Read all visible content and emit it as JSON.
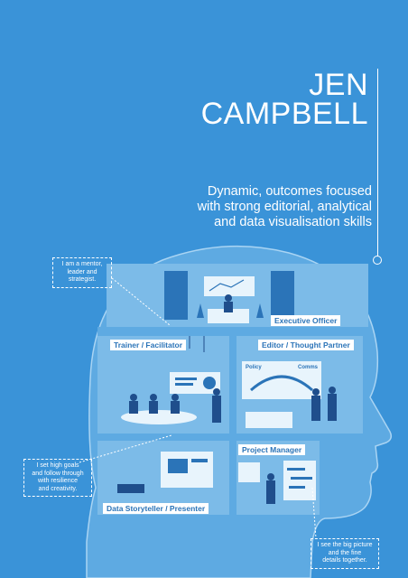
{
  "name": {
    "first": "JEN",
    "last": "CAMPBELL"
  },
  "tagline": [
    "Dynamic, outcomes focused",
    "with strong editorial, analytical",
    "and data visualisation skills"
  ],
  "notes": {
    "mentor": [
      "I am a mentor,",
      "leader and",
      "strategist."
    ],
    "goals": [
      "I set high goals",
      "and follow through",
      "with resilience",
      "and creativity."
    ],
    "bigpicture": [
      "I see the big picture",
      "and the fine",
      "details together."
    ]
  },
  "rooms": {
    "executive": "Executive Officer",
    "trainer": "Trainer / Facilitator",
    "editor": "Editor / Thought Partner",
    "project": "Project Manager",
    "storyteller": "Data Storyteller / Presenter"
  },
  "whiteboard": {
    "left": "Policy",
    "right": "Comms"
  },
  "colors": {
    "background": "#3a93d8",
    "room": "#7cbbe8",
    "head": "#5eaae2",
    "accent": "#1f4e8c",
    "text": "#ffffff"
  }
}
